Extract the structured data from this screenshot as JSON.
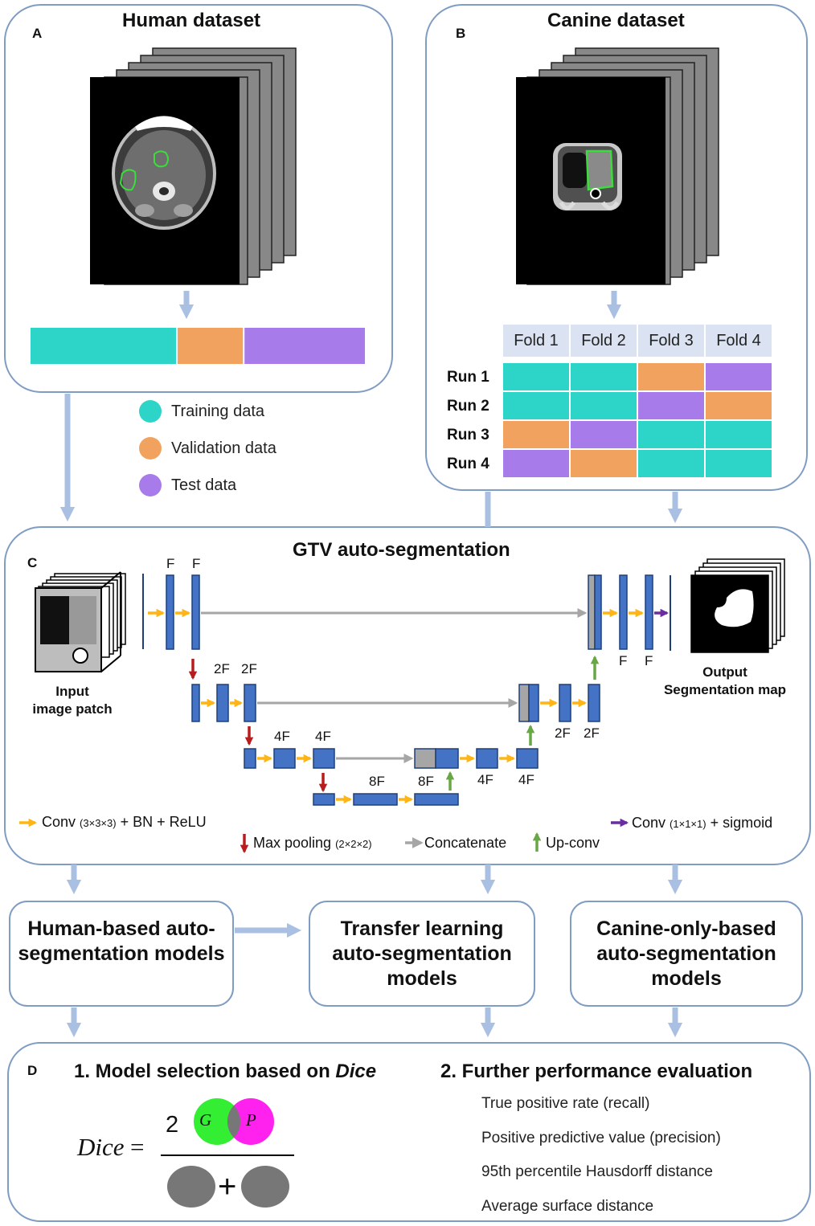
{
  "panels": {
    "a": {
      "letter": "A",
      "title": "Human dataset"
    },
    "b": {
      "letter": "B",
      "title": "Canine dataset"
    },
    "c": {
      "letter": "C",
      "title": "GTV auto-segmentation"
    },
    "d": {
      "letter": "D",
      "title_prefix": "1. Model selection based on ",
      "title_emph": "Dice",
      "title2": "2. Further performance evaluation"
    }
  },
  "legend": [
    {
      "label": "Training data",
      "color": "#2dd4c8"
    },
    {
      "label": "Validation data",
      "color": "#f2a25f"
    },
    {
      "label": "Test data",
      "color": "#a77bea"
    }
  ],
  "human_split": [
    {
      "part": "Training data",
      "fraction": 0.44
    },
    {
      "part": "Validation data",
      "fraction": 0.2
    },
    {
      "part": "Test data",
      "fraction": 0.36
    }
  ],
  "folds": [
    "Fold 1",
    "Fold 2",
    "Fold 3",
    "Fold 4"
  ],
  "runs": [
    {
      "label": "Run 1",
      "cells": [
        "train",
        "train",
        "val",
        "test"
      ]
    },
    {
      "label": "Run 2",
      "cells": [
        "train",
        "train",
        "test",
        "val"
      ]
    },
    {
      "label": "Run 3",
      "cells": [
        "val",
        "test",
        "train",
        "train"
      ]
    },
    {
      "label": "Run 4",
      "cells": [
        "test",
        "val",
        "train",
        "train"
      ]
    }
  ],
  "unet": {
    "features": {
      "f": "F",
      "f2": "2F",
      "f4": "4F",
      "f8": "8F"
    },
    "input_label": "Input\nimage patch",
    "output_label": "Output\nSegmentation map",
    "key": {
      "conv": "Conv",
      "conv_kernel": "(3×3×3)",
      "conv_rest": " + BN + ReLU",
      "final_conv": "Conv",
      "final_kernel": "(1×1×1)",
      "final_rest": " + sigmoid",
      "pool": "Max pooling",
      "pool_kernel": "(2×2×2)",
      "concat": "Concatenate",
      "upconv": "Up-conv"
    }
  },
  "models": {
    "human": "Human-based auto-segmentation models",
    "transfer": "Transfer learning auto-segmentation models",
    "canine": "Canine-only-based auto-segmentation models"
  },
  "dice": {
    "word": "Dice",
    "equals": "=",
    "two": "2",
    "g": "G",
    "p": "P",
    "plus": "+"
  },
  "metrics": [
    "True positive rate (recall)",
    "Positive predictive value (precision)",
    "95th percentile Hausdorff distance",
    "Average surface distance"
  ],
  "colors": {
    "panel_border": "#7f9cc3",
    "flow_arrow": "#a9c0e2",
    "block_fill": "#4472c4",
    "block_border": "#1f3f7a",
    "concat_fill": "#a6a6a6",
    "conv_arrow": "#ffb515",
    "pool_arrow": "#b81d1d",
    "concat_arrow": "#a6a6a6",
    "upconv_arrow": "#67a845",
    "final_arrow": "#6a2e9e",
    "fold_header": "#dbe3f2",
    "g_circle": "#33ee33",
    "p_circle": "#ff22ee",
    "gray_ellipse": "#777777"
  }
}
